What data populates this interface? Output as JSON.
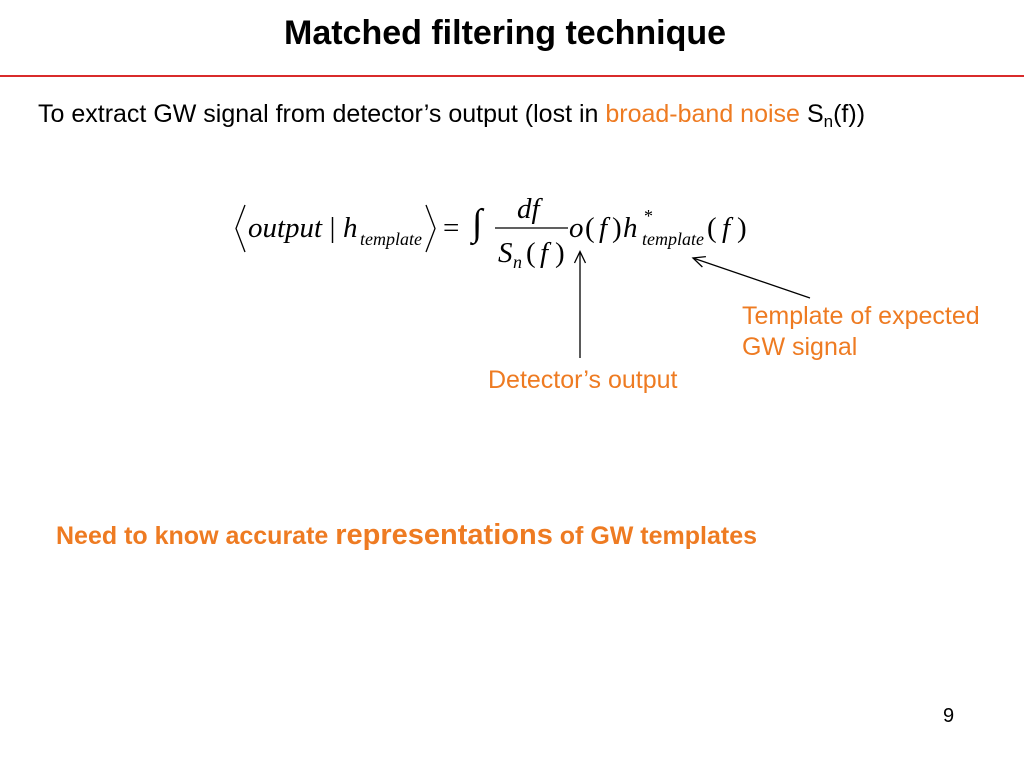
{
  "slide": {
    "title": "Matched filtering technique",
    "page_number": "9"
  },
  "intro": {
    "text": "To extract GW signal from detector’s output (lost in ",
    "highlight": "broad-band noise",
    "symbol": "S",
    "symbol_sub": "n",
    "suffix": "(f))"
  },
  "formula": {
    "lhs_var": "output",
    "separator": "|",
    "h": "h",
    "subscript": "template",
    "equals": "=",
    "integral": "∫",
    "numerator": "df",
    "den_var": "S",
    "den_sub": "n",
    "arg": "f",
    "lparen": "(",
    "rparen": ")",
    "o": "o",
    "conjugate": "*"
  },
  "annotations": {
    "template_label": [
      "Template of expected",
      "GW signal"
    ],
    "output_label": "Detector’s output"
  },
  "conclusion": {
    "lead": "Need to know accurate ",
    "emphasis": "representations",
    "tail": " of GW templates"
  },
  "colors": {
    "accent": "#ee7b22",
    "rule": "#d92b2b",
    "text": "#000000"
  }
}
